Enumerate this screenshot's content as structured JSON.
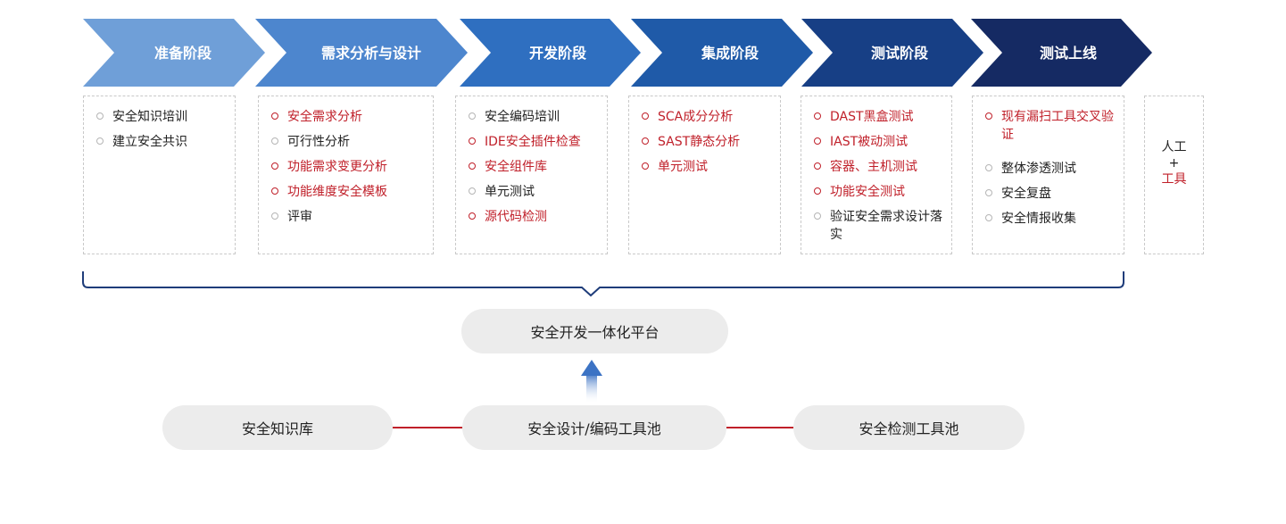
{
  "colors": {
    "stage_fills": [
      "#6f9fd8",
      "#4d86ce",
      "#2f6fc0",
      "#1f5aa8",
      "#173f85",
      "#152a63"
    ],
    "highlight_text": "#c0202a",
    "normal_text": "#222222",
    "bracket": "#1f3d7a",
    "connector": "#c0202a",
    "pill_bg": "#ececec"
  },
  "stages": [
    {
      "label": "准备阶段",
      "items": [
        {
          "text": "安全知识培训",
          "highlight": false
        },
        {
          "text": "建立安全共识",
          "highlight": false
        }
      ]
    },
    {
      "label": "需求分析与设计",
      "items": [
        {
          "text": "安全需求分析",
          "highlight": true
        },
        {
          "text": "可行性分析",
          "highlight": false
        },
        {
          "text": "功能需求变更分析",
          "highlight": true
        },
        {
          "text": "功能维度安全模板",
          "highlight": true
        },
        {
          "text": "评审",
          "highlight": false
        }
      ]
    },
    {
      "label": "开发阶段",
      "items": [
        {
          "text": "安全编码培训",
          "highlight": false
        },
        {
          "text": "IDE安全插件检查",
          "highlight": true
        },
        {
          "text": "安全组件库",
          "highlight": true
        },
        {
          "text": "单元测试",
          "highlight": false
        },
        {
          "text": "源代码检测",
          "highlight": true
        }
      ]
    },
    {
      "label": "集成阶段",
      "items": [
        {
          "text": "SCA成分分析",
          "highlight": true
        },
        {
          "text": "SAST静态分析",
          "highlight": true
        },
        {
          "text": "单元测试",
          "highlight": true
        }
      ]
    },
    {
      "label": "测试阶段",
      "items": [
        {
          "text": "DAST黑盒测试",
          "highlight": true
        },
        {
          "text": "IAST被动测试",
          "highlight": true
        },
        {
          "text": "容器、主机测试",
          "highlight": true
        },
        {
          "text": "功能安全测试",
          "highlight": true
        },
        {
          "text": "验证安全需求设计落实",
          "highlight": false
        }
      ]
    },
    {
      "label": "测试上线",
      "items": [
        {
          "text": "现有漏扫工具交叉验证",
          "highlight": true
        },
        {
          "text": "整体渗透测试",
          "highlight": false
        },
        {
          "text": "安全复盘",
          "highlight": false
        },
        {
          "text": "安全情报收集",
          "highlight": false
        }
      ]
    }
  ],
  "side_box": {
    "line1": "人工",
    "line2": "+",
    "line3": "工具"
  },
  "platform": {
    "label": "安全开发一体化平台"
  },
  "pools": {
    "knowledge": "安全知识库",
    "design_code": "安全设计/编码工具池",
    "detection": "安全检测工具池"
  }
}
